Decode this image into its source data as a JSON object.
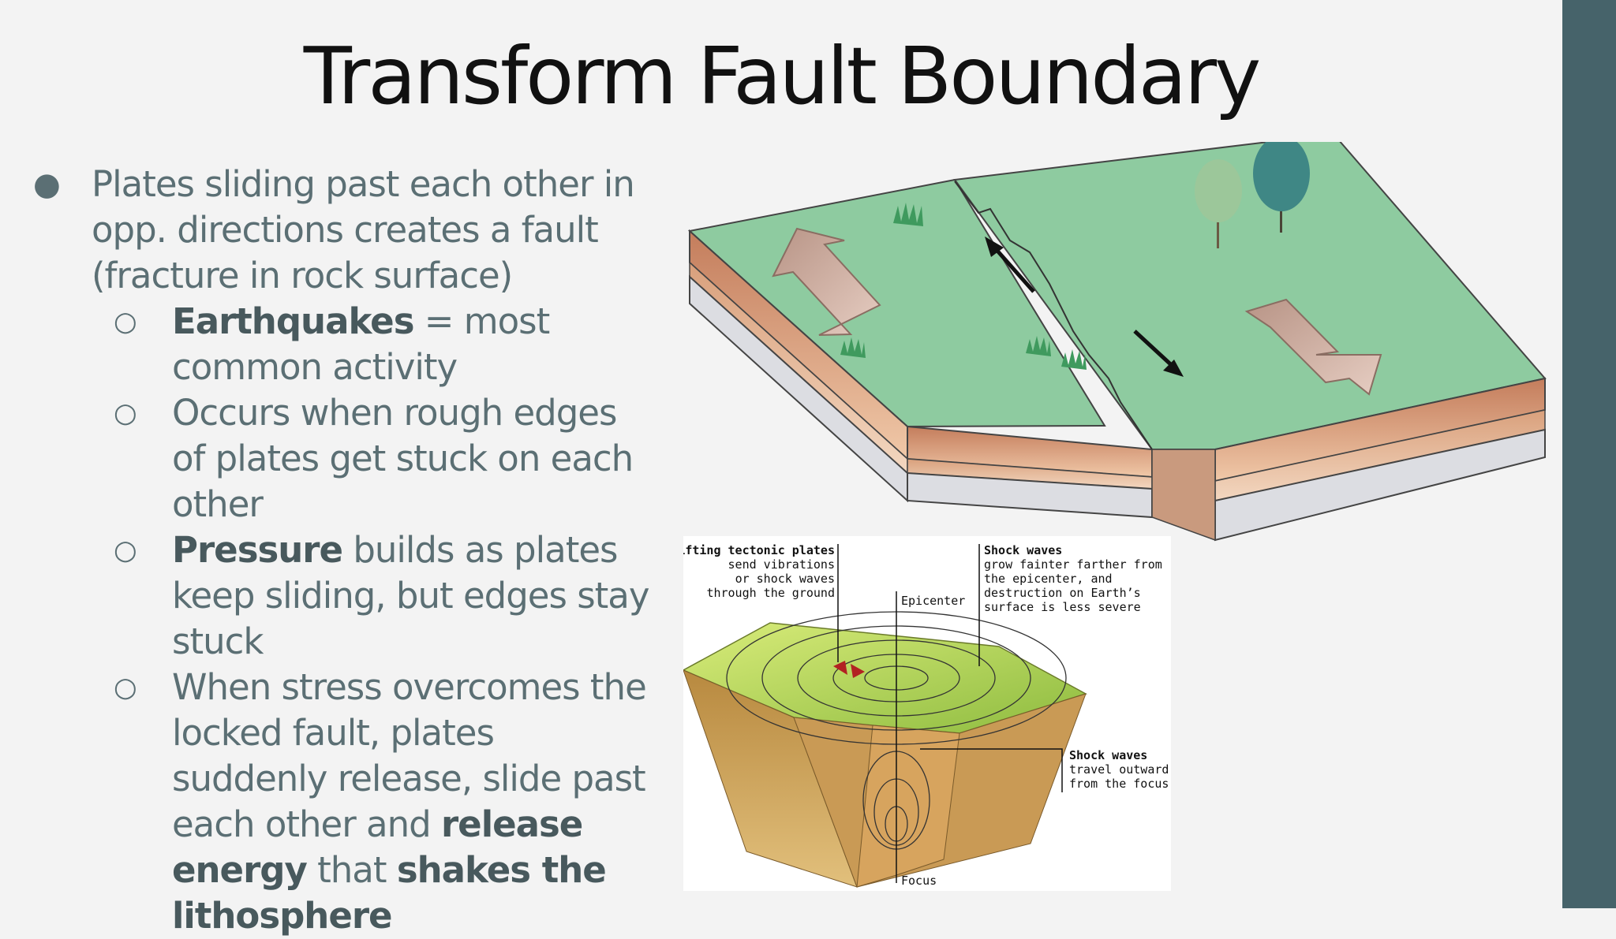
{
  "slide": {
    "title": "Transform Fault Boundary",
    "main_bullet": "Plates sliding past each other in opp. directions creates a fault (fracture in rock surface)",
    "sub_bullets": [
      {
        "bold": "Earthquakes",
        "rest": " = most common activity"
      },
      {
        "bold": "",
        "rest": "Occurs when rough edges of plates get stuck on each other"
      },
      {
        "bold": "Pressure",
        "rest": " builds as plates keep sliding, but edges stay stuck"
      }
    ],
    "last_bullet": {
      "text1": "When stress overcomes the locked fault, plates suddenly release, slide past each other and ",
      "bold1": "release energy",
      "text2": " that ",
      "bold2": "shakes the lithosphere"
    }
  },
  "diagram2": {
    "shifting_title": "Shifting tectonic plates",
    "shifting_line1": "send vibrations",
    "shifting_line2": "or shock waves",
    "shifting_line3": "through the ground",
    "epicenter": "Epicenter",
    "shock_top_title": "Shock waves",
    "shock_top_line1": "grow fainter farther from",
    "shock_top_line2": "the epicenter, and",
    "shock_top_line3": "destruction on Earth’s",
    "shock_top_line4": "surface is less severe",
    "shock_right_title": "Shock waves",
    "shock_right_line1": "travel outward",
    "shock_right_line2": "from the focus",
    "focus": "Focus"
  },
  "colors": {
    "sidebar": "#46636a",
    "text": "#5b6f74",
    "grass": "#8fcaa0",
    "soil": "#c98a6a"
  }
}
